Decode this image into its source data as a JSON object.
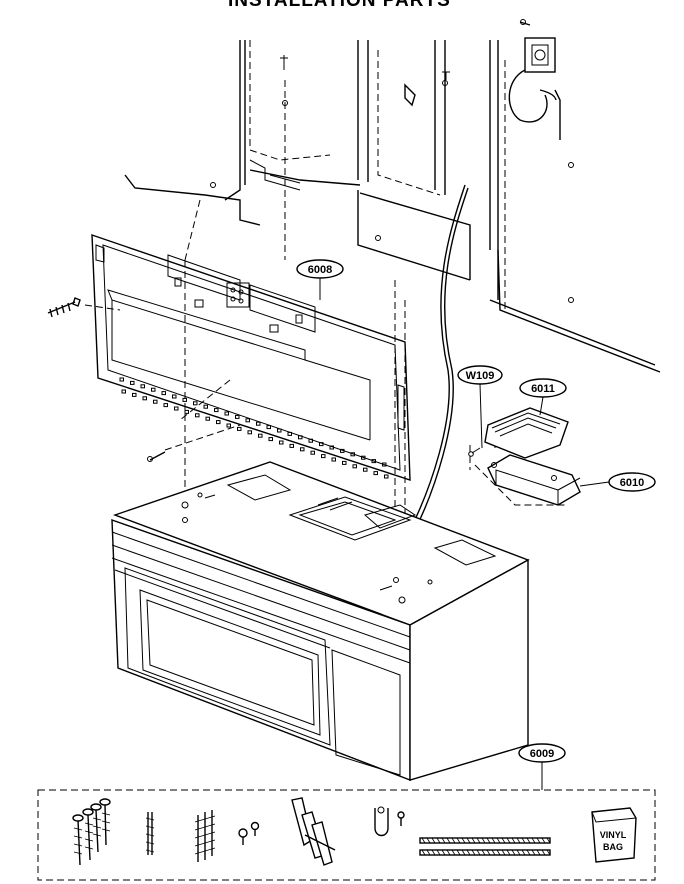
{
  "title": "INSTALLATION PARTS",
  "parts": {
    "mounting_plate": "6008",
    "wire": "W109",
    "damper": "6011",
    "exhaust_adapter": "6010",
    "parts_bag": "6009"
  },
  "bag_label": {
    "line1": "VINYL",
    "line2": "BAG"
  }
}
